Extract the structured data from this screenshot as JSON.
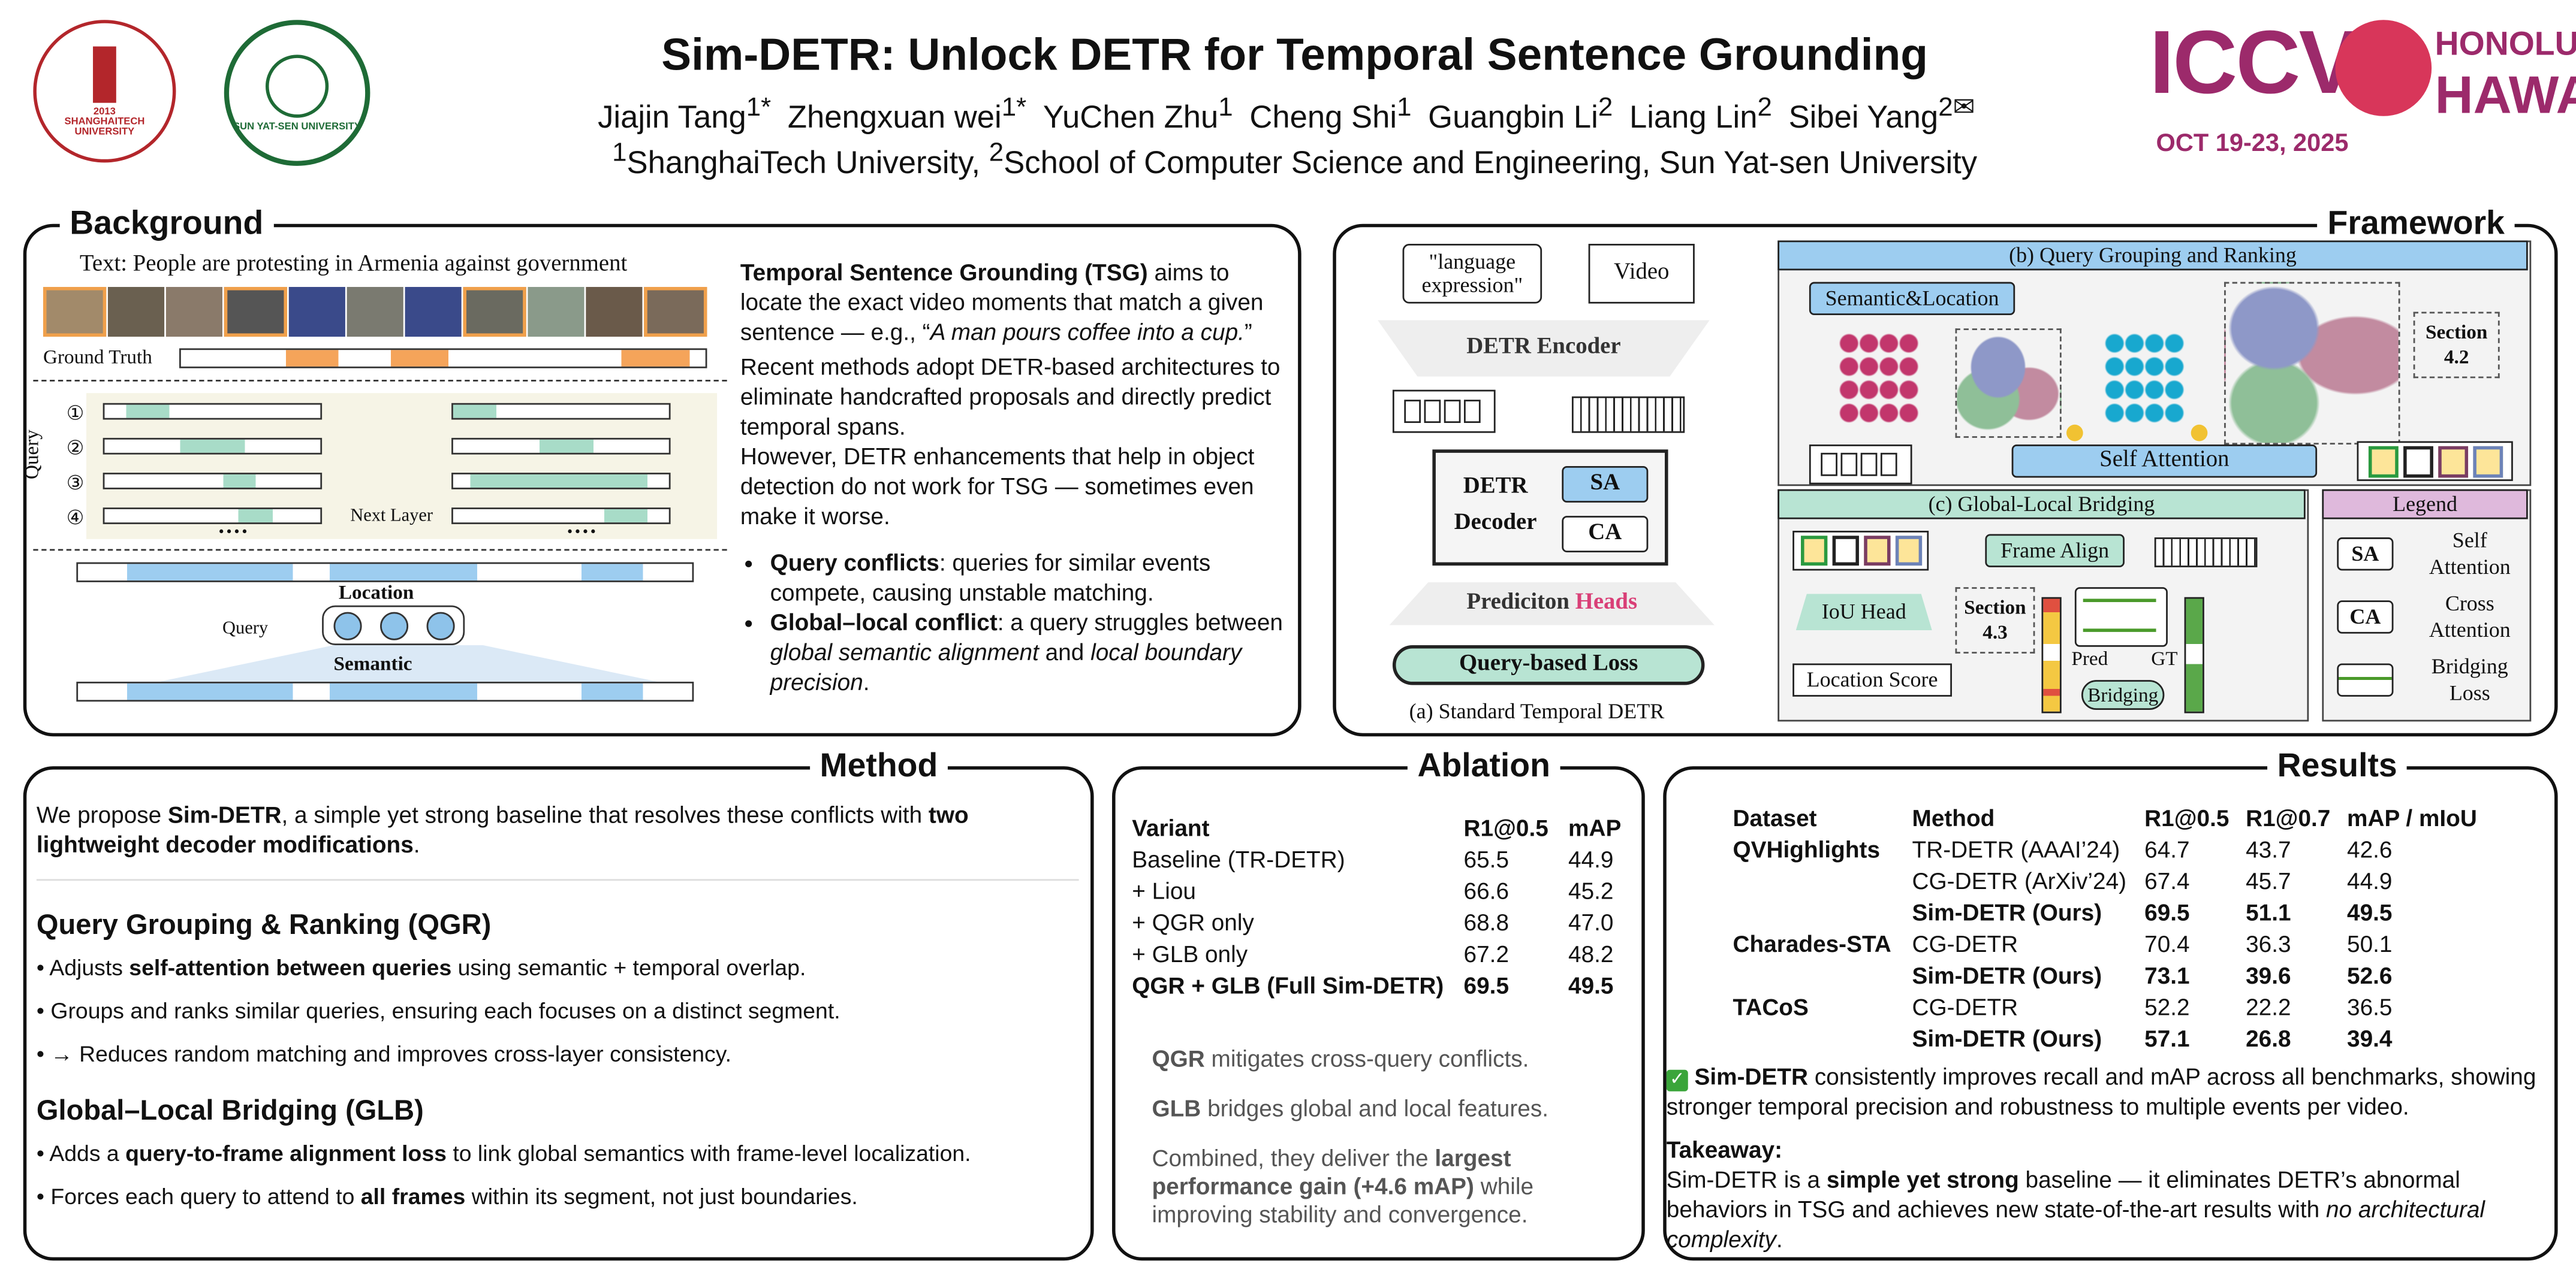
{
  "header": {
    "title": "Sim-DETR: Unlock DETR for Temporal Sentence Grounding",
    "authors": [
      {
        "name": "Jiajin Tang",
        "sup": "1*"
      },
      {
        "name": "Zhengxuan wei",
        "sup": "1*"
      },
      {
        "name": "YuChen Zhu",
        "sup": "1"
      },
      {
        "name": "Cheng Shi",
        "sup": "1"
      },
      {
        "name": "Guangbin Li",
        "sup": "2"
      },
      {
        "name": "Liang Lin",
        "sup": "2"
      },
      {
        "name": "Sibei Yang",
        "sup": "2✉"
      }
    ],
    "affiliations": {
      "sup1": "1",
      "aff1": "ShanghaiTech University, ",
      "sup2": "2",
      "aff2": "School of Computer Science and Engineering, Sun Yat-sen University"
    },
    "logos": {
      "left1": "SHANGHAITECH UNIVERSITY",
      "left1_year": "2013",
      "left2": "SUN YAT-SEN UNIVERSITY",
      "conf": "ICCV",
      "conf_loc1": "HONOLULU",
      "conf_loc2": "HAWAII",
      "conf_date": "OCT 19-23, 2025"
    }
  },
  "background": {
    "title": "Background",
    "fig_text": "Text: People are protesting in Armenia against government",
    "ground_truth": "Ground Truth",
    "query_label": "Query",
    "query_nums": [
      "①",
      "②",
      "③",
      "④"
    ],
    "dots": "····",
    "next_layer": "Next Layer",
    "location": "Location",
    "semantic": "Semantic",
    "p1_bold": "Temporal Sentence Grounding (TSG)",
    "p1_rest": " aims to locate the exact video moments that match a given sentence — e.g., “",
    "p1_italic": "A man pours coffee into a cup.",
    "p1_end": "”",
    "p2": "Recent methods adopt DETR-based architectures to eliminate handcrafted proposals and directly predict temporal spans.",
    "p3": "However, DETR enhancements that help in object detection do not work for TSG — sometimes even make it worse.",
    "b1_bold": "Query conflicts",
    "b1_rest": ": queries for similar events compete, causing unstable matching.",
    "b2_bold": "Global–local conflict",
    "b2_rest": ": a query struggles between ",
    "b2_i1": "global semantic alignment",
    "b2_mid": " and ",
    "b2_i2": "local boundary precision",
    "b2_end": "."
  },
  "framework": {
    "title": "Framework",
    "lang": "\"language expression\"",
    "video": "Video",
    "encoder": "DETR Encoder",
    "decoder": "DETR Decoder",
    "sa": "SA",
    "ca": "CA",
    "pred_heads_1": "Prediciton ",
    "pred_heads_2": "Heads",
    "loss": "Query-based Loss",
    "caption_a": "(a) Standard Temporal DETR",
    "b_title": "(b) Query Grouping and Ranking",
    "sem_loc": "Semantic&Location",
    "self_attention": "Self Attention",
    "section42": "Section 4.2",
    "c_title": "(c) Global-Local Bridging",
    "frame_align": "Frame Align",
    "iou_head": "IoU Head",
    "section43": "Section 4.3",
    "location_score": "Location Score",
    "pred": "Pred",
    "gt": "GT",
    "bridging": "Bridging",
    "legend_title": "Legend",
    "legend": [
      {
        "key": "SA",
        "label": "Self Attention"
      },
      {
        "key": "CA",
        "label": "Cross Attention"
      },
      {
        "key": "",
        "label": "Bridging Loss"
      }
    ],
    "colors": {
      "blue": "#9dcdf0",
      "green": "#b8e4d3",
      "legend": "#dfb9dc",
      "pink": "#d93f77"
    }
  },
  "method": {
    "title": "Method",
    "intro_1": "We propose ",
    "intro_bold1": "Sim-DETR",
    "intro_2": ", a simple yet strong baseline that resolves these conflicts with ",
    "intro_bold2": "two lightweight decoder modifications",
    "intro_3": ".",
    "qgr_title": "Query Grouping & Ranking (QGR)",
    "qgr": [
      {
        "pre": "Adjusts ",
        "bold": "self-attention between queries",
        "post": " using semantic + temporal overlap."
      },
      {
        "pre": "Groups and ranks similar queries, ensuring each focuses on a distinct segment.",
        "bold": "",
        "post": ""
      },
      {
        "pre": "→ Reduces random matching and improves cross-layer consistency.",
        "bold": "",
        "post": ""
      }
    ],
    "glb_title": "Global–Local Bridging (GLB)",
    "glb": [
      {
        "pre": "Adds a ",
        "bold": "query-to-frame alignment loss",
        "post": " to link global semantics with frame-level localization."
      },
      {
        "pre": "Forces each query to attend to ",
        "bold": "all frames",
        "post": " within its segment, not just boundaries."
      }
    ]
  },
  "ablation": {
    "title": "Ablation",
    "headers": [
      "Variant",
      "R1@0.5",
      "mAP"
    ],
    "rows": [
      [
        "Baseline (TR-DETR)",
        "65.5",
        "44.9"
      ],
      [
        "+ Liou",
        "66.6",
        "45.2"
      ],
      [
        "+ QGR only",
        "68.8",
        "47.0"
      ],
      [
        "+ GLB only",
        "67.2",
        "48.2"
      ],
      [
        "QGR + GLB (Full Sim-DETR)",
        "69.5",
        "49.5"
      ]
    ],
    "note1_bold": "QGR",
    "note1": " mitigates cross-query conflicts.",
    "note2_bold": "GLB",
    "note2": " bridges global and local features.",
    "note3_pre": "Combined, they deliver the ",
    "note3_bold": "largest performance gain (+4.6 mAP)",
    "note3_post": " while improving stability and convergence."
  },
  "results": {
    "title": "Results",
    "headers": [
      "Dataset",
      "Method",
      "R1@0.5",
      "R1@0.7",
      "mAP / mIoU"
    ],
    "rows": [
      [
        "QVHighlights",
        "TR-DETR (AAAI’24)",
        "64.7",
        "43.7",
        "42.6"
      ],
      [
        "",
        "CG-DETR (ArXiv’24)",
        "67.4",
        "45.7",
        "44.9"
      ],
      [
        "",
        "Sim-DETR (Ours)",
        "69.5",
        "51.1",
        "49.5"
      ],
      [
        "Charades-STA",
        "CG-DETR",
        "70.4",
        "36.3",
        "50.1"
      ],
      [
        "",
        "Sim-DETR (Ours)",
        "73.1",
        "39.6",
        "52.6"
      ],
      [
        "TACoS",
        "CG-DETR",
        "52.2",
        "22.2",
        "36.5"
      ],
      [
        "",
        "Sim-DETR (Ours)",
        "57.1",
        "26.8",
        "39.4"
      ]
    ],
    "check_bold": "Sim-DETR",
    "check_text": " consistently improves recall and mAP across all benchmarks, showing stronger temporal precision and robustness to multiple events per video.",
    "takeaway_title": "Takeaway:",
    "takeaway_1": "Sim-DETR is a ",
    "takeaway_bold": "simple yet strong",
    "takeaway_2": " baseline — it eliminates DETR’s abnormal behaviors in TSG and achieves new state-of-the-art results with ",
    "takeaway_italic": "no architectural complexity",
    "takeaway_3": "."
  }
}
